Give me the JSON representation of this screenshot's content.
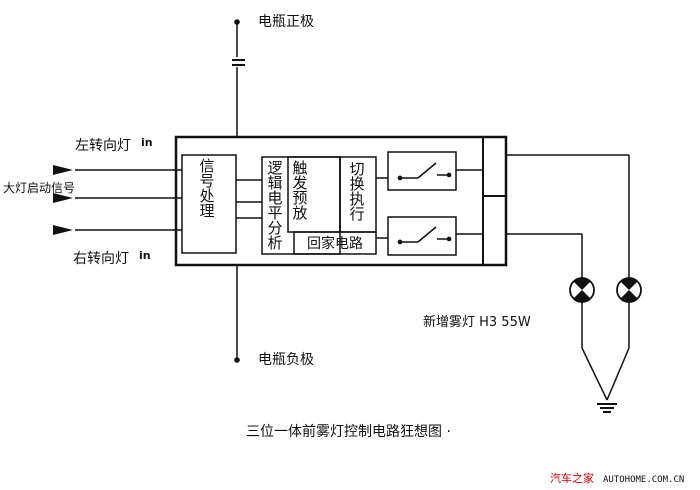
{
  "labels": {
    "battery_positive": "电瓶正极",
    "battery_negative": "电瓶负极",
    "left_turn": "左转向灯",
    "left_turn_suffix": "in",
    "headlight_signal": "大灯启动信号",
    "right_turn": "右转向灯",
    "right_turn_suffix": "in",
    "signal_processing": "信号处理",
    "logic_analysis": "逻辑电平分析",
    "trigger_preset": "触发预放",
    "switch_execute": "切换执行",
    "return_home_circuit": "回家电路",
    "new_fog_lamp": "新增雾灯 H3 55W",
    "caption": "三位一体前雾灯控制电路狂想图 ·",
    "watermark_cn": "汽车之家",
    "watermark_en": "AUTOHOME.COM.CN"
  },
  "colors": {
    "line": "#111111",
    "watermark_cn": "#d60000",
    "watermark_en": "#111111"
  }
}
